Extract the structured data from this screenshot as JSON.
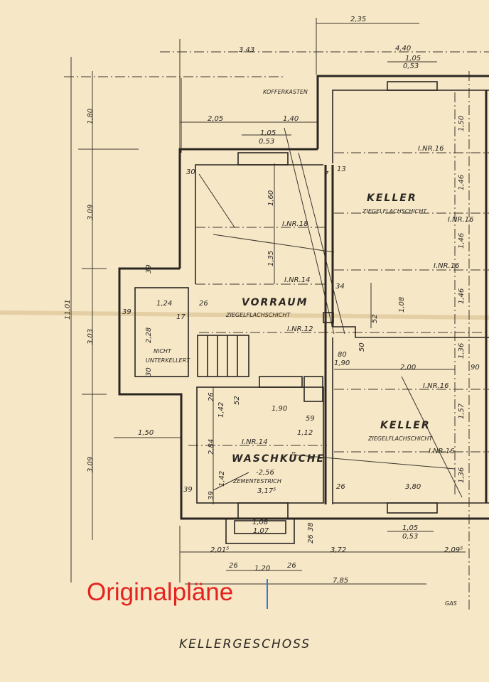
{
  "overlay_text": "Originalpläne",
  "colors": {
    "paper": "#f6e7c6",
    "ink": "#2a2622",
    "overlay": "#e3231f",
    "cursor": "#2f7be0"
  },
  "title": "KELLERGESCHOSS",
  "rooms": {
    "keller_upper": {
      "name": "KELLER",
      "floor": "ZIEGELFLACHSCHICHT"
    },
    "vorraum": {
      "name": "VORRAUM",
      "floor": "ZIEGELFLACHSCHICHT"
    },
    "nicht": {
      "line1": "NICHT",
      "line2": "UNTERKELLERT"
    },
    "waschkueche": {
      "name": "WASCHKÜCHE",
      "height": "-2,56",
      "floor": "ZEMENTESTRICH",
      "area": "3,17⁵"
    },
    "keller_lower": {
      "name": "KELLER",
      "floor": "ZIEGELFLACHSCHICHT"
    }
  },
  "notes": {
    "kofferkasten": "KOFFERKASTEN",
    "gas": "GAS"
  },
  "dimensions": {
    "top_235": "2,35",
    "top_343": "3,43",
    "top_440": "4,40",
    "top_105a": "1,05",
    "top_053a": "0,53",
    "d_205": "2,05",
    "d_140": "1,40",
    "d_105b": "1,05",
    "d_053b": "0,53",
    "v_180": "1,80",
    "v_309a": "3,09",
    "v_1101": "11,01",
    "v_303": "3,03",
    "v_309b": "3,09",
    "v_150": "1,50",
    "v_146a": "1,46",
    "v_146b": "1,46",
    "v_146c": "1,46",
    "v_160": "1,60",
    "v_135": "1,35",
    "v_108": "1,08",
    "inr16a": "I.NR.16",
    "inr16b": "I.NR.16",
    "inr16c": "I.NR.16",
    "inr18": "I.NR.18",
    "inr14": "I.NR.14",
    "inr12": "I.NR.12",
    "inr16d": "I.NR.16",
    "inr16e": "I.NR.16",
    "inr14b": "I.NR.14",
    "n30": "30",
    "n13": "13",
    "n7": "7",
    "n34": "34",
    "n26a": "26",
    "n39a": "39",
    "n39b": "39",
    "n124": "1,24",
    "n17": "17",
    "n228": "2,28",
    "n30b": "30",
    "n80": "80",
    "n190a": "1,90",
    "n200": "2,00",
    "n136": "1,36",
    "n90": "90",
    "n50": "50",
    "n52": "52",
    "n26b": "26",
    "n52b": "52",
    "n190b": "1,90",
    "n142a": "1,42",
    "n284": "2,84",
    "n142b": "1,42",
    "n59": "59",
    "n112": "1,12",
    "n39c": "39",
    "n39d": "39",
    "n150": "1,50",
    "n157": "1,57",
    "n136b": "1,36",
    "n26c": "26",
    "n380": "3,80",
    "n108": "1,08",
    "n107": "1,07",
    "n38": "38",
    "n26d": "26",
    "n105c": "1,05",
    "n053c": "0,53",
    "b_2015": "2,01⁵",
    "b_372": "3,72",
    "b_2095": "2,09⁵",
    "b_26a": "26",
    "b_120": "1,20",
    "b_26b": "26",
    "b_785": "7,85"
  }
}
